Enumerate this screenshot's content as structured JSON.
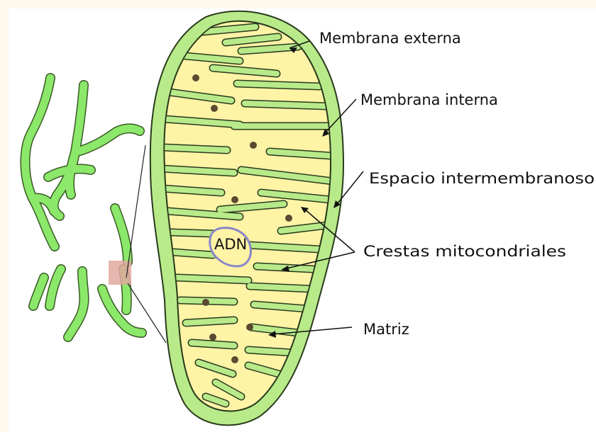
{
  "labels": {
    "outer_membrane": "Membrana externa",
    "inner_membrane": "Membrana interna",
    "intermembrane_space": "Espacio intermembranoso",
    "cristae": "Crestas mitocondriales",
    "matrix": "Matriz",
    "dna": "ADN"
  },
  "colors": {
    "outer_membrane": "#b8ea8a",
    "membrane_stroke": "#2a3a1c",
    "matrix": "#fff3a6",
    "cristae": "#b8ea8a",
    "network_tubules": "#8be86a",
    "dna_ring": "#8a86c8",
    "granule": "#5a4a30",
    "highlight": "#e0a8a0",
    "background": "#ffffff",
    "page_margin": "#fdf8ec"
  }
}
